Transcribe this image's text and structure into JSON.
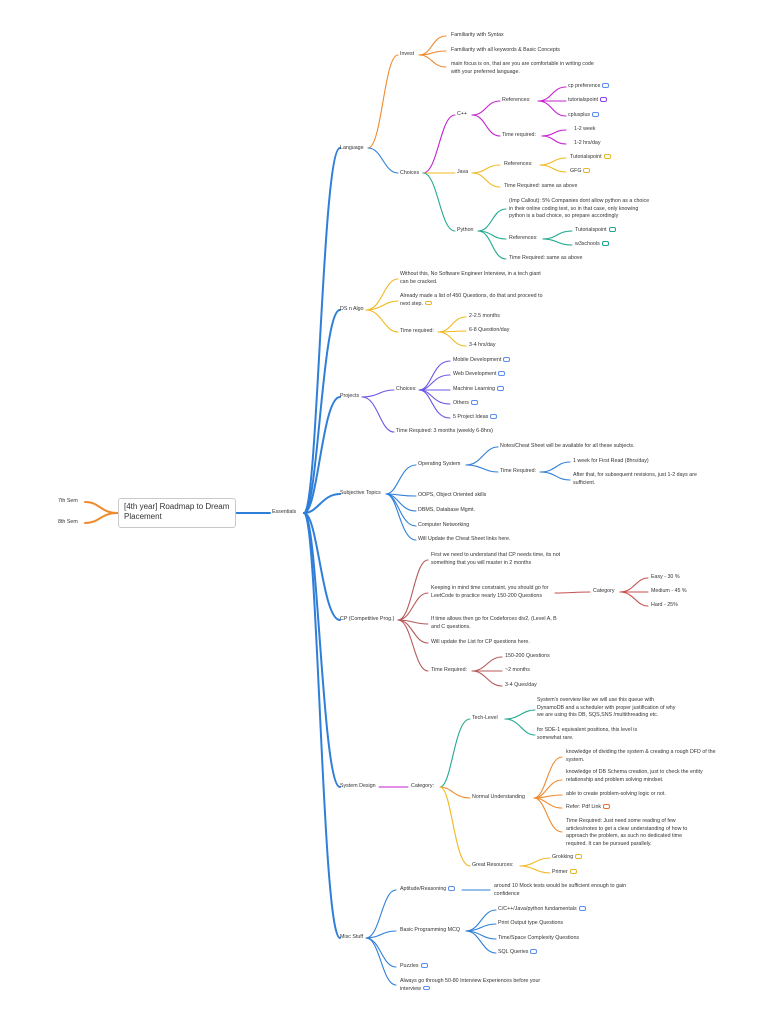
{
  "central_topic": "[4th year] Roadmap to Dream Placement",
  "colors": {
    "blue": "#2f7fd8",
    "orange": "#ef8a2e",
    "magenta": "#c51fcf",
    "gold": "#f0b81e",
    "teal": "#22a98e",
    "purple": "#6b57e6",
    "brown": "#b55a5a",
    "salmon": "#c84f4f",
    "link_icon": "#5a8dee"
  },
  "icons": {
    "link": "link-icon"
  },
  "nodes": {
    "sem7": "7th Sem",
    "sem8": "8th Sem",
    "essentials": "Essentials",
    "language": "Language",
    "invest": "Invest",
    "lang_syntax": "Familiarity with Syntax",
    "lang_keywords": "Familiarity with all keywords & Basic Concepts",
    "lang_focus": "main focus is on, that are you are comfortable in writing code with your preferred language.",
    "choices": "Choices",
    "cpp": "C++",
    "cpp_refs": "References:",
    "cpp_ref1": "cp preference",
    "cpp_ref2": "tutorialspoint",
    "cpp_ref3": "cplusplus",
    "cpp_time": "Time required:",
    "cpp_time1": "1-2 week",
    "cpp_time2": "1-2 hrs/day",
    "java": "Java",
    "java_refs": "References:",
    "java_ref1": "Tutorialspoint",
    "java_ref2": "GFG",
    "java_time": "Time Required: same as above",
    "python": "Python",
    "py_callout": "(Imp Callout): 5% Companies dont allow python as a choice in their online coding test, so in that case, only knowing python is a bad choice, so prepare accordingly",
    "py_refs": "References:",
    "py_ref1": "Tutorialspoint",
    "py_ref2": "w3schools",
    "py_time": "Time Required: same as above",
    "dsalgo": "DS n Algo",
    "ds1": "Without this, No Software Engineer Interview, in a tech giant can be cracked.",
    "ds2": "Already made a list of 450 Questions, do that and proceed to next step.",
    "ds_time": "Time required:",
    "ds_t1": "2-2.5 months",
    "ds_t2": "6-8 Question/day",
    "ds_t3": "3-4 hrs/day",
    "projects": "Projects",
    "proj_choices": "Choices:",
    "pc1": "Mobile Development",
    "pc2": "Web Development",
    "pc3": "Machine Learning",
    "pc4": "Others",
    "pc5": "5 Project Ideas",
    "proj_time": "Time Required: 3 months (weekly 6-8hrs)",
    "subjective": "Subjective Topics",
    "os": "Operating System",
    "os_notes": "Notes/Cheat Sheet will be available for all these subjects.",
    "os_time": "Time Required:",
    "os_t1": "1 week for First Read (8hrs/day)",
    "os_t2": "After that, for subsequent revisions, just 1-2 days are sufficient.",
    "oops": "OOPS, Object Oriented skills",
    "dbms": "DBMS, Database Mgmt.",
    "cn": "Computer Networking",
    "sub_update": "Will Update the Cheat Sheet links here.",
    "cp": "CP (Competitive Prog.)",
    "cp1": "First we need to understand that CP needs time, its not something that you will master in 2 months",
    "cp2": "Keeping in mind time constraint, you should go for LeetCode to practice nearly 150-200 Questions",
    "cp_cat": "Category",
    "cp_easy": "Easy - 30 %",
    "cp_medium": "Medium - 45 %",
    "cp_hard": "Hard - 25%",
    "cp3": "If time allows then go for Codeforces div2, (Level A, B and C questions.",
    "cp4": "Will update the List for CP questions here.",
    "cp_time": "Time Required:",
    "cp_t1": "150-200 Questions",
    "cp_t2": "~2 months",
    "cp_t3": "3-4 Ques/day",
    "sysdesign": "System Design",
    "sd_cat": "Category:",
    "sd_tech": "Tech-Level",
    "sd_tech1": "System's overview like we will use this queue with DynamoDB and a scheduler with proper justification of why we are using this DB, SQS,SNS /multithreading etc.",
    "sd_tech2": "for SDE-1 equivalent positions, this level is somewhat rare.",
    "sd_normal": "Normal Understanding",
    "sd_n1": "knowledge of dividing the system & creating a rough DFD of the system.",
    "sd_n2": "knowledge of DB Schema creation, just to check the entity relationship and problem solving mindset.",
    "sd_n3": "able to create problem-solving logic or not.",
    "sd_n4": "Refer: Pdf Link",
    "sd_n5": "Time Required: Just need some reading of few articles/notes to get a clear understanding of how to approach the problem, as such no dedicated time required. It can be pursued parallely.",
    "sd_great": "Great Resources:",
    "sd_g1": "Grokking",
    "sd_g2": "Primer",
    "misc": "Misc Stuff",
    "aptitude": "Aptitude/Reasoning",
    "apt1": "around 10 Mock tests would be sufficient enough to gain confidence",
    "bpmcq": "Basic Programming MCQ",
    "mcq1": "C/C++/Java/python fundamentals",
    "mcq2": "Print Output type Questions",
    "mcq3": "Time/Space Complexity Questions",
    "mcq4": "SQL Queries",
    "puzzles": "Puzzles",
    "interview": "Always go through 50-80 Interview Experiences before your interview"
  }
}
